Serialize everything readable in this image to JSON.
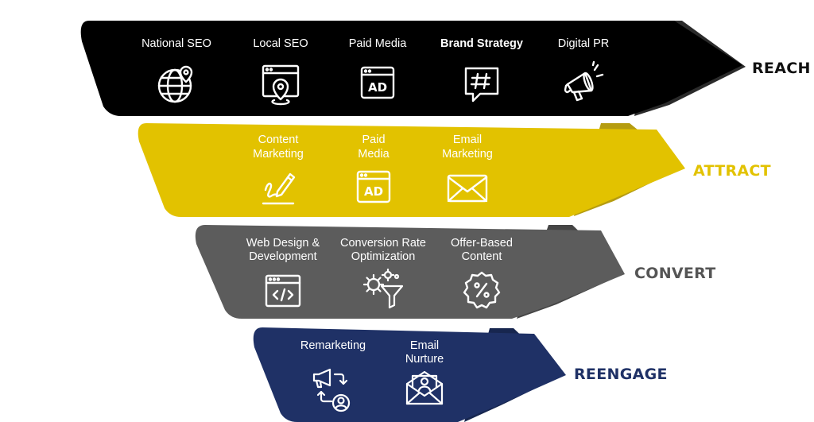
{
  "colors": {
    "reach": "#000000",
    "reach_shadow": "#2b2b2b",
    "attract": "#e2c200",
    "attract_shadow": "#b59c10",
    "convert": "#5c5c5c",
    "convert_shadow": "#454545",
    "reengage": "#1f3166",
    "reengage_shadow": "#17264f",
    "reach_label": "#111111",
    "attract_label": "#e2c200",
    "convert_label": "#555555",
    "reengage_label": "#1f3166"
  },
  "stages": {
    "reach": {
      "label": "REACH",
      "items": [
        {
          "label": [
            "National SEO"
          ],
          "icon": "globe-pin-icon"
        },
        {
          "label": [
            "Local SEO"
          ],
          "icon": "browser-pin-icon"
        },
        {
          "label": [
            "Paid Media"
          ],
          "icon": "ad-browser-icon"
        },
        {
          "label": [
            "Brand Strategy"
          ],
          "icon": "hashtag-chat-icon"
        },
        {
          "label": [
            "Digital PR"
          ],
          "icon": "megaphone-icon"
        }
      ]
    },
    "attract": {
      "label": "ATTRACT",
      "items": [
        {
          "label": [
            "Content",
            "Marketing"
          ],
          "icon": "pen-signature-icon"
        },
        {
          "label": [
            "Paid",
            "Media"
          ],
          "icon": "ad-browser-icon"
        },
        {
          "label": [
            "Email",
            "Marketing"
          ],
          "icon": "envelope-icon"
        }
      ]
    },
    "convert": {
      "label": "CONVERT",
      "items": [
        {
          "label": [
            "Web Design &",
            "Development"
          ],
          "icon": "code-browser-icon"
        },
        {
          "label": [
            "Conversion Rate",
            "Optimization"
          ],
          "icon": "gear-funnel-icon"
        },
        {
          "label": [
            "Offer-Based",
            "Content"
          ],
          "icon": "percent-badge-icon"
        }
      ]
    },
    "reengage": {
      "label": "REENGAGE",
      "items": [
        {
          "label": [
            "Remarketing"
          ],
          "icon": "megaphone-user-icon"
        },
        {
          "label": [
            "Email",
            "Nurture"
          ],
          "icon": "envelope-user-icon"
        }
      ]
    }
  }
}
